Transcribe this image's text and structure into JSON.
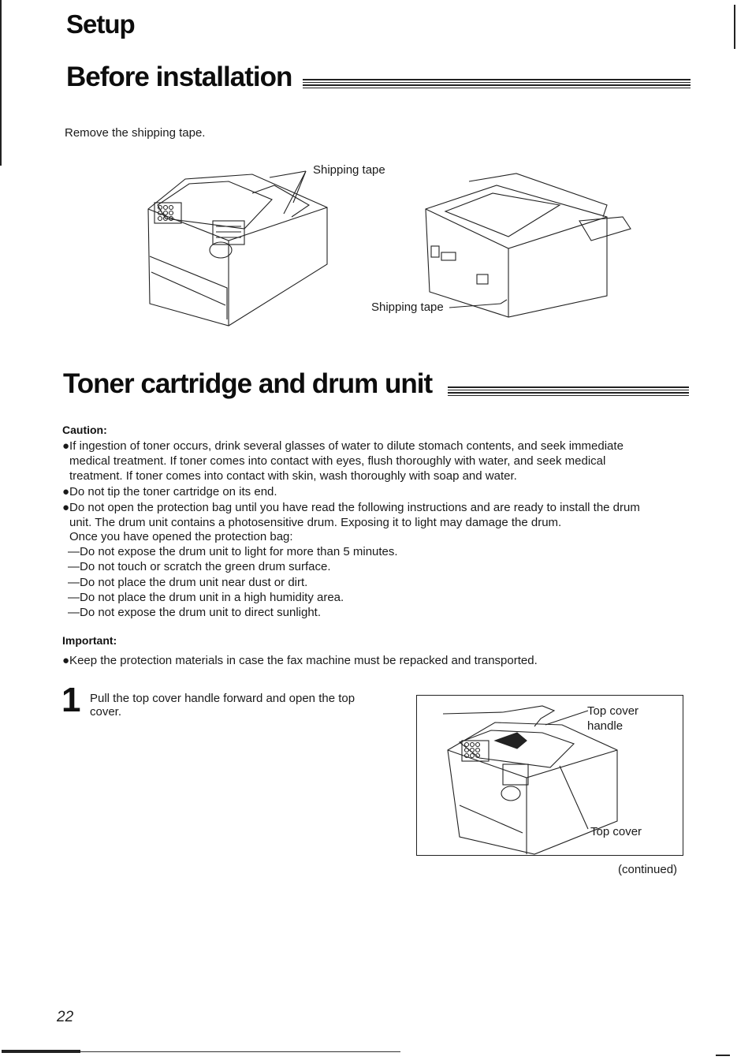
{
  "header": {
    "section": "Setup"
  },
  "before_installation": {
    "title": "Before installation",
    "instruction": "Remove the shipping tape.",
    "label_top": "Shipping tape",
    "label_bottom": "Shipping tape"
  },
  "toner": {
    "title": "Toner cartridge and drum unit",
    "caution_heading": "Caution:",
    "caution_lines": [
      "●If ingestion of toner occurs, drink several glasses of water to dilute stomach contents, and seek immediate",
      "medical treatment. If toner comes into contact with eyes, flush thoroughly with water, and seek medical",
      "treatment. If toner comes into contact with skin, wash thoroughly with soap and water.",
      "●Do not tip the toner cartridge on its end.",
      "●Do not open the protection bag until you have read the following instructions and are ready to install the drum",
      "unit. The drum unit contains a photosensitive drum. Exposing it to light may damage the drum.",
      "Once you have opened the protection bag:",
      "—Do not expose the drum unit to light for more than 5 minutes.",
      "—Do not touch or scratch the green drum surface.",
      "—Do not place the drum unit near dust or dirt.",
      "—Do not place the drum unit in a high humidity area.",
      "—Do not expose the drum unit to direct sunlight."
    ],
    "important_heading": "Important:",
    "important_line": "●Keep the protection materials in case the fax machine must be repacked and transported."
  },
  "step1": {
    "number": "1",
    "text_line1": "Pull the top cover handle forward and open the top",
    "text_line2": "cover.",
    "label_handle_line1": "Top cover",
    "label_handle_line2": "handle",
    "label_cover": "Top cover",
    "continued": "(continued)"
  },
  "footer": {
    "page_number": "22"
  }
}
